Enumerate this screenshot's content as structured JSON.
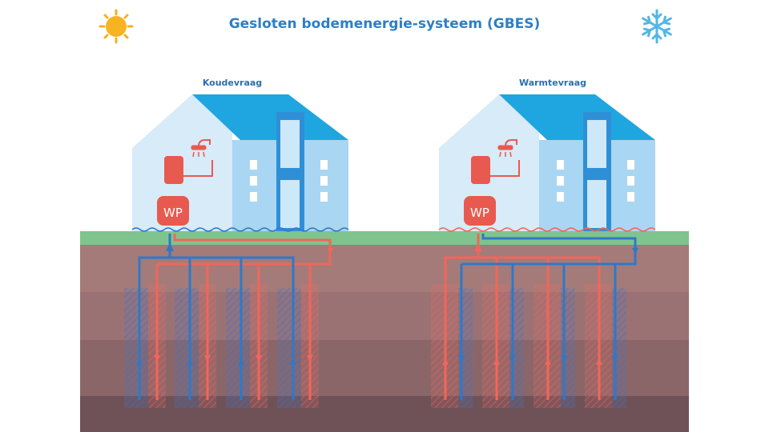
{
  "title": "Gesloten bodemenergie-systeem (GBES)",
  "left_house": {
    "label": "Koudevraag",
    "heat_pump": "WP"
  },
  "right_house": {
    "label": "Warmtevraag",
    "heat_pump": "WP"
  },
  "icons": {
    "left": "sun-icon",
    "right": "snowflake-icon"
  },
  "colors": {
    "warm": "#f2665a",
    "cold": "#2f78c8",
    "roof": "#1fa5e0",
    "wall": "#cfe6f6",
    "grass": "#7fc48f",
    "title": "#2e7fc4",
    "soil_top": "#a97c78",
    "soil_bottom": "#6b4f55"
  }
}
